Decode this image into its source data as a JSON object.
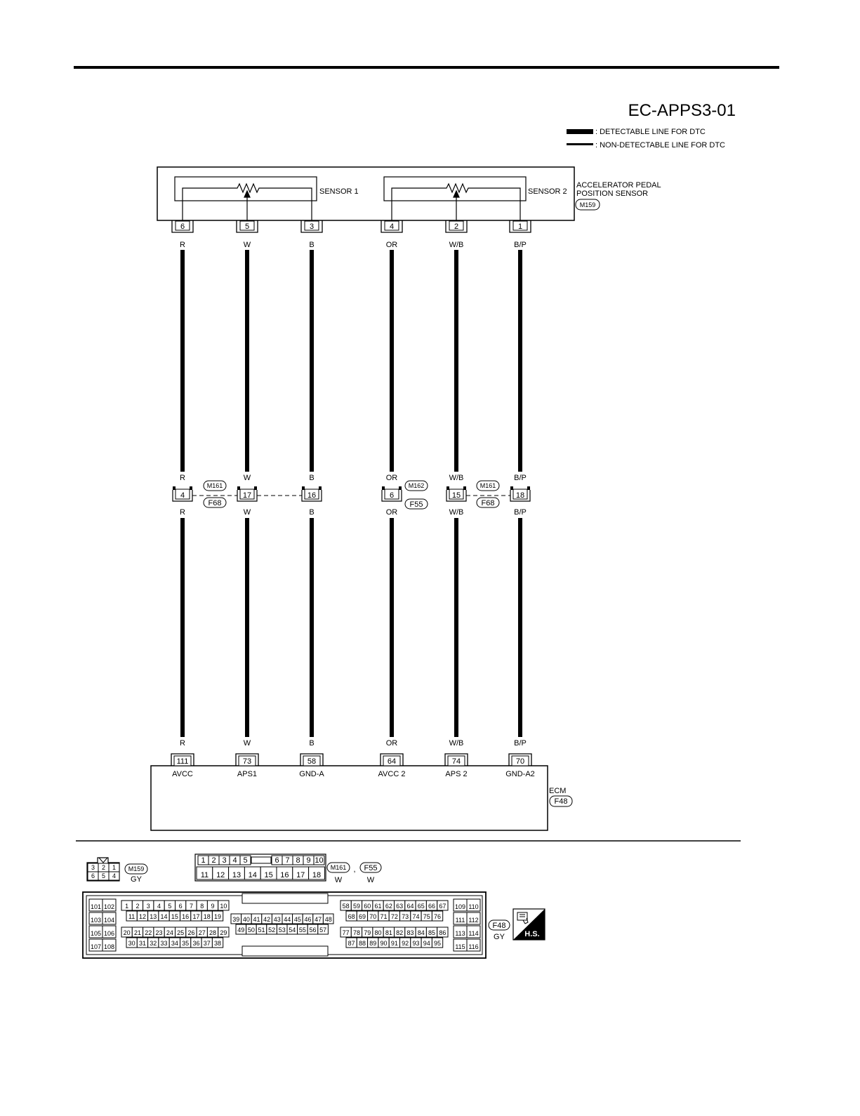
{
  "diagram_code": "EC-APPS3-01",
  "legend": [
    {
      "text": ": DETECTABLE LINE FOR DTC",
      "style": "thick"
    },
    {
      "text": ": NON-DETECTABLE LINE FOR DTC",
      "style": "thin"
    }
  ],
  "sensor": {
    "name_line1": "ACCELERATOR PEDAL",
    "name_line2": "POSITION SENSOR",
    "connector": "M159",
    "sensor1_label": "SENSOR 1",
    "sensor2_label": "SENSOR 2"
  },
  "ecm": {
    "name": "ECM",
    "connector": "F48"
  },
  "wires": [
    {
      "sensor_pin": "6",
      "color": "R",
      "junction_pin": "4",
      "ecm_pin": "111",
      "ecm_label": "AVCC"
    },
    {
      "sensor_pin": "5",
      "color": "W",
      "junction_pin": "17",
      "ecm_pin": "73",
      "ecm_label": "APS1"
    },
    {
      "sensor_pin": "3",
      "color": "B",
      "junction_pin": "16",
      "ecm_pin": "58",
      "ecm_label": "GND-A"
    },
    {
      "sensor_pin": "4",
      "color": "OR",
      "junction_pin": "6",
      "ecm_pin": "64",
      "ecm_label": "AVCC 2"
    },
    {
      "sensor_pin": "2",
      "color": "W/B",
      "junction_pin": "15",
      "ecm_pin": "74",
      "ecm_label": "APS 2"
    },
    {
      "sensor_pin": "1",
      "color": "B/P",
      "junction_pin": "18",
      "ecm_pin": "70",
      "ecm_label": "GND-A2"
    }
  ],
  "junction_connectors": [
    {
      "top": "M161",
      "bottom": "F68"
    },
    {
      "top": "M162",
      "bottom": "F55"
    },
    {
      "top": "M161",
      "bottom": "F68"
    }
  ],
  "connector_views": {
    "m159": {
      "id": "M159",
      "color": "GY",
      "row1": [
        "3",
        "2",
        "1"
      ],
      "row2": [
        "6",
        "5",
        "4"
      ]
    },
    "m161_f55": {
      "id1": "M161",
      "color1": "W",
      "separator": ",",
      "id2": "F55",
      "color2": "W",
      "row1": [
        "1",
        "2",
        "3",
        "4",
        "5",
        "6",
        "7",
        "8",
        "9",
        "10"
      ],
      "row2": [
        "11",
        "12",
        "13",
        "14",
        "15",
        "16",
        "17",
        "18"
      ]
    },
    "f48": {
      "id": "F48",
      "color": "GY",
      "left_pairs": [
        [
          "101",
          "102"
        ],
        [
          "103",
          "104"
        ],
        [
          "105",
          "106"
        ],
        [
          "107",
          "108"
        ]
      ],
      "right_pairs": [
        [
          "109",
          "110"
        ],
        [
          "111",
          "112"
        ],
        [
          "113",
          "114"
        ],
        [
          "115",
          "116"
        ]
      ],
      "g1_r1": [
        "1",
        "2",
        "3",
        "4",
        "5",
        "6",
        "7",
        "8",
        "9",
        "10"
      ],
      "g1_r2": [
        "11",
        "12",
        "13",
        "14",
        "15",
        "16",
        "17",
        "18",
        "19"
      ],
      "g1_r3": [
        "20",
        "21",
        "22",
        "23",
        "24",
        "25",
        "26",
        "27",
        "28",
        "29"
      ],
      "g1_r4": [
        "30",
        "31",
        "32",
        "33",
        "34",
        "35",
        "36",
        "37",
        "38"
      ],
      "g2_r1": [
        "39",
        "40",
        "41",
        "42",
        "43",
        "44",
        "45",
        "46",
        "47",
        "48"
      ],
      "g2_r2": [
        "49",
        "50",
        "51",
        "52",
        "53",
        "54",
        "55",
        "56",
        "57"
      ],
      "g3_r1": [
        "58",
        "59",
        "60",
        "61",
        "62",
        "63",
        "64",
        "65",
        "66",
        "67"
      ],
      "g3_r2": [
        "68",
        "69",
        "70",
        "71",
        "72",
        "73",
        "74",
        "75",
        "76"
      ],
      "g3_r3": [
        "77",
        "78",
        "79",
        "80",
        "81",
        "82",
        "83",
        "84",
        "85",
        "86"
      ],
      "g3_r4": [
        "87",
        "88",
        "89",
        "90",
        "91",
        "92",
        "93",
        "94",
        "95"
      ]
    }
  },
  "hs_badge": "H.S."
}
